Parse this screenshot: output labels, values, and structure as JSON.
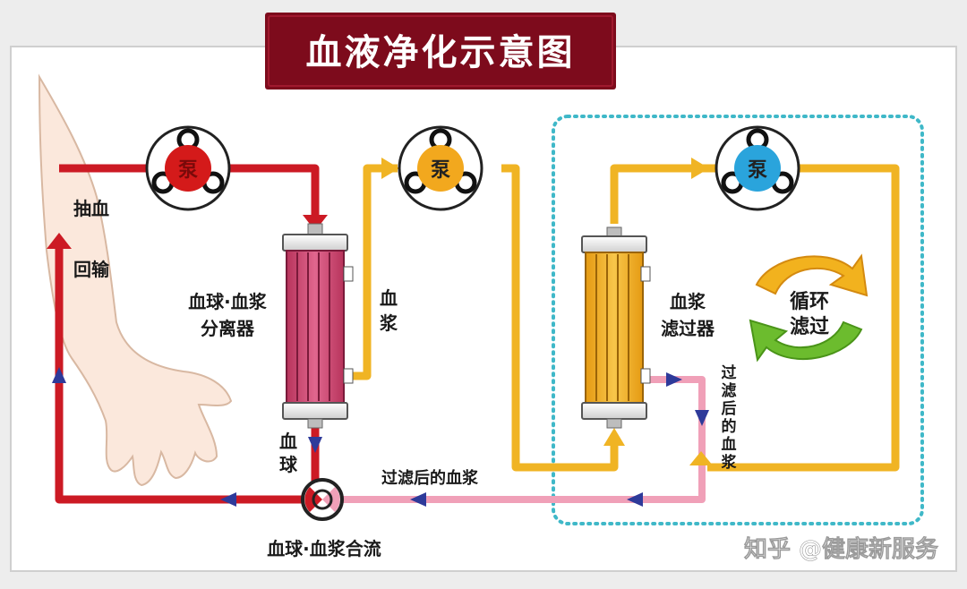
{
  "title": "血液净化示意图",
  "pumps": {
    "red": {
      "label": "泵",
      "color": "#d41a1a"
    },
    "orange": {
      "label": "泵",
      "color": "#f2a81e"
    },
    "blue": {
      "label": "泵",
      "color": "#2aa4dc"
    }
  },
  "labels": {
    "draw_blood": "抽血",
    "return_blood": "回输",
    "separator_line1": "血球·血浆",
    "separator_line2": "分离器",
    "plasma_v": [
      "血",
      "浆"
    ],
    "filter_line1": "血浆",
    "filter_line2": "滤过器",
    "cycle_line1": "循环",
    "cycle_line2": "滤过",
    "filtered_plasma_v": [
      "过",
      "滤",
      "后",
      "的",
      "血",
      "浆"
    ],
    "blood_cells_v": [
      "血",
      "球"
    ],
    "filtered_plasma_h": "过滤后的血浆",
    "merge": "血球·血浆合流"
  },
  "watermark": "知乎 @健康新服务",
  "colors": {
    "title_bg": "#7d0b1c",
    "blood_line": "#cc1a24",
    "plasma_line": "#f0b424",
    "filtered_line": "#f0a0b8",
    "arrow_blue": "#2e3a9a",
    "dashed_box": "#3fb8c8",
    "separator_body": "#d64a74",
    "filter_body": "#f3b22a"
  }
}
